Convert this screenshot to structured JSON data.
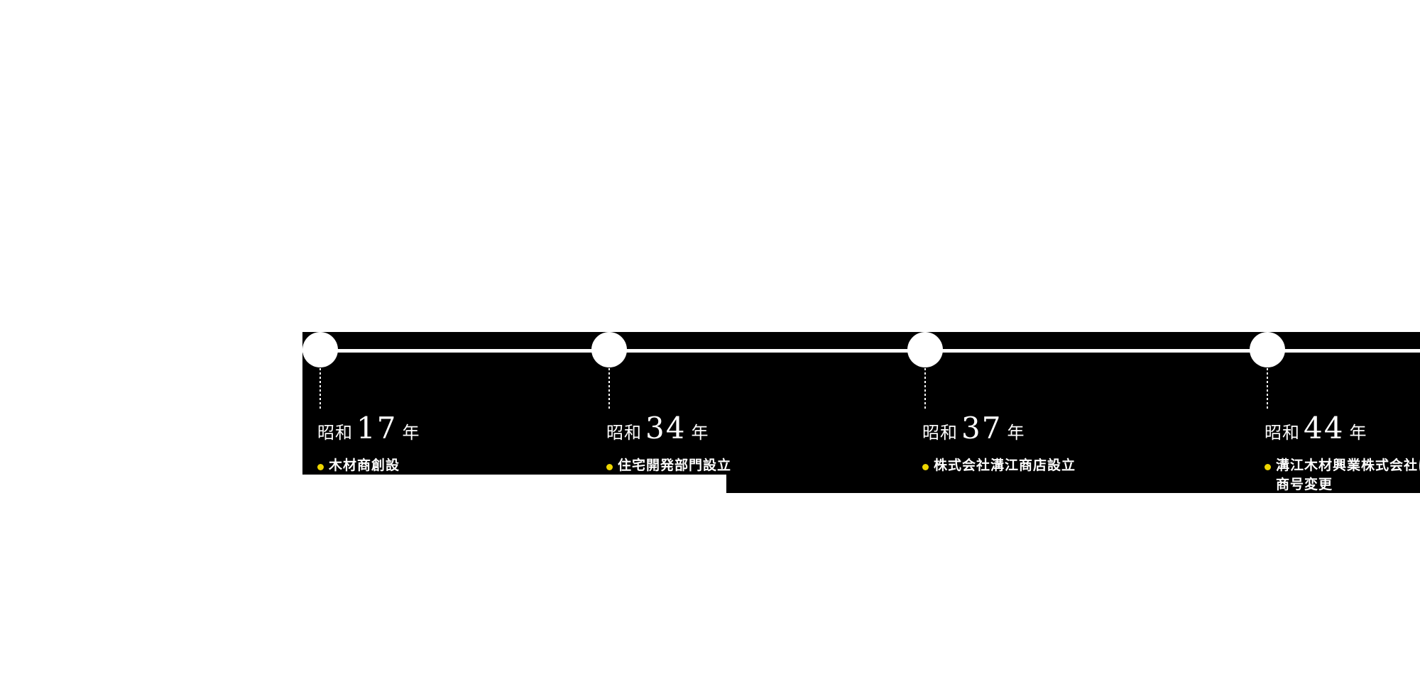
{
  "page": {
    "background_color": "#ffffff"
  },
  "timeline": {
    "band_color": "#000000",
    "axis_line_color": "#ffffff",
    "node_color": "#ffffff",
    "bullet_color": "#eed600",
    "text_color": "#ffffff",
    "items": [
      {
        "era": "昭和",
        "year": "17",
        "year_suffix": "年",
        "desc_lines": [
          "木材商創設"
        ]
      },
      {
        "era": "昭和",
        "year": "34",
        "year_suffix": "年",
        "desc_lines": [
          "住宅開発部門設立"
        ]
      },
      {
        "era": "昭和",
        "year": "37",
        "year_suffix": "年",
        "desc_lines": [
          "株式会社溝江商店設立"
        ]
      },
      {
        "era": "昭和",
        "year": "44",
        "year_suffix": "年",
        "desc_lines": [
          "溝江木材興業株式会社に",
          "商号変更"
        ]
      }
    ]
  }
}
